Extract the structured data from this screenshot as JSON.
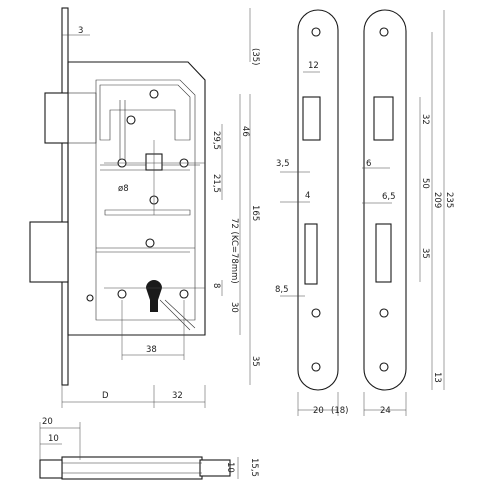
{
  "dims": {
    "d3": "3",
    "d35_paren": "(35)",
    "d46": "46",
    "d29_5": "29,5",
    "d21_5": "21,5",
    "d72": "72 (KC=78mm)",
    "d165": "165",
    "d8_side": "8",
    "d30": "30",
    "d35_low": "35",
    "d38": "38",
    "d8_hole": "ø8",
    "dD": "D",
    "d32_bottom": "32",
    "d12": "12",
    "d3_5": "3,5",
    "d4": "4",
    "d8_5": "8,5",
    "d20_front": "20",
    "d18_front": "(18)",
    "d6": "6",
    "d6_5": "6,5",
    "d32_strike": "32",
    "d50": "50",
    "d209": "209",
    "d235": "235",
    "d35_strike": "35",
    "d13": "13",
    "d24": "24",
    "d20_bottom": "20",
    "d10_bottom": "10",
    "d10_bolt": "10",
    "d15_5": "15,5"
  }
}
